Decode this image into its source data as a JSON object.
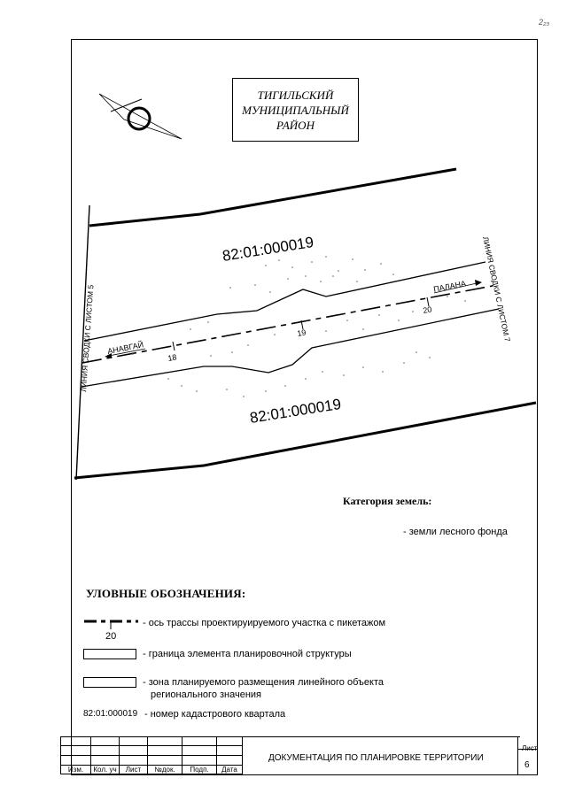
{
  "corner_mark": "2₂₃",
  "district": {
    "line1": "ТИГИЛЬСКИЙ",
    "line2": "МУНИЦИПАЛЬНЫЙ",
    "line3": "РАЙОН"
  },
  "map": {
    "cadastral_top": "82:01:000019",
    "cadastral_bottom": "82:01:000019",
    "left_junction": "ЛИНИЯ СВОДКИ С ЛИСТОМ 5",
    "right_junction": "ЛИНИЯ СВОДКИ С ЛИСТОМ 7",
    "direction_left": "АНАВГАЙ",
    "direction_right": "ПАЛАНА",
    "pickets": [
      "18",
      "19",
      "20"
    ]
  },
  "category": {
    "title": "Категория земель:",
    "value": "- земли лесного фонда"
  },
  "legend": {
    "title": "УЛОВНЫЕ ОБОЗНАЧЕНИЯ:",
    "axis_picket": "20",
    "axis_text": "- ось трассы проектируируемого участка с пикетажом",
    "boundary_text": "- граница элемента планировочной структуры",
    "zone_line1": "- зона планируемого размещения линейного объекта",
    "zone_line2": "регионального значения",
    "cadastral_sample": "82:01:000019",
    "cadastral_text": "- номер кадастрового квартала"
  },
  "stamp": {
    "columns": [
      "Изм.",
      "Кол. уч",
      "Лист",
      "№док.",
      "Подп.",
      "Дата"
    ],
    "document_title": "ДОКУМЕНТАЦИЯ ПО ПЛАНИРОВКЕ ТЕРРИТОРИИ",
    "sheet_label": "Лист",
    "sheet_number": "6"
  }
}
